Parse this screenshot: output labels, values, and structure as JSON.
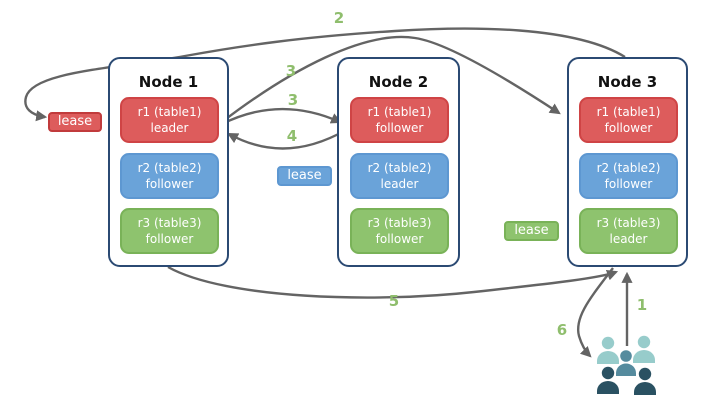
{
  "diagram": {
    "nodes": [
      {
        "title": "Node 1",
        "replicas": [
          {
            "name": "r1 (table1)",
            "role": "leader",
            "color": "#dd5c5c"
          },
          {
            "name": "r2 (table2)",
            "role": "follower",
            "color": "#6aa3d9"
          },
          {
            "name": "r3 (table3)",
            "role": "follower",
            "color": "#8ec36e"
          }
        ]
      },
      {
        "title": "Node 2",
        "replicas": [
          {
            "name": "r1 (table1)",
            "role": "follower",
            "color": "#dd5c5c"
          },
          {
            "name": "r2 (table2)",
            "role": "leader",
            "color": "#6aa3d9"
          },
          {
            "name": "r3 (table3)",
            "role": "follower",
            "color": "#8ec36e"
          }
        ]
      },
      {
        "title": "Node 3",
        "replicas": [
          {
            "name": "r1 (table1)",
            "role": "follower",
            "color": "#dd5c5c"
          },
          {
            "name": "r2 (table2)",
            "role": "follower",
            "color": "#6aa3d9"
          },
          {
            "name": "r3 (table3)",
            "role": "leader",
            "color": "#8ec36e"
          }
        ]
      }
    ],
    "leases": [
      {
        "label": "lease",
        "color": "#dd5c5c",
        "points_to": "Node 1 r1 leader"
      },
      {
        "label": "lease",
        "color": "#6aa3d9",
        "points_to": "Node 2 r2 leader"
      },
      {
        "label": "lease",
        "color": "#8ec36e",
        "points_to": "Node 3 r3 leader"
      }
    ],
    "steps": {
      "s1": "1",
      "s2": "2",
      "s3a": "3",
      "s3b": "3",
      "s4": "4",
      "s5": "5",
      "s6": "6"
    },
    "icons": {
      "users": "users-group-icon"
    },
    "colors": {
      "node_border": "#2b4a73",
      "arrow": "#646464",
      "step_label": "#8fbe6d",
      "replica_red": "#dd5c5c",
      "replica_blue": "#6aa3d9",
      "replica_green": "#8ec36e",
      "users_light": "#97cccb",
      "users_medium": "#558b9e",
      "users_dark": "#2a5162"
    }
  }
}
